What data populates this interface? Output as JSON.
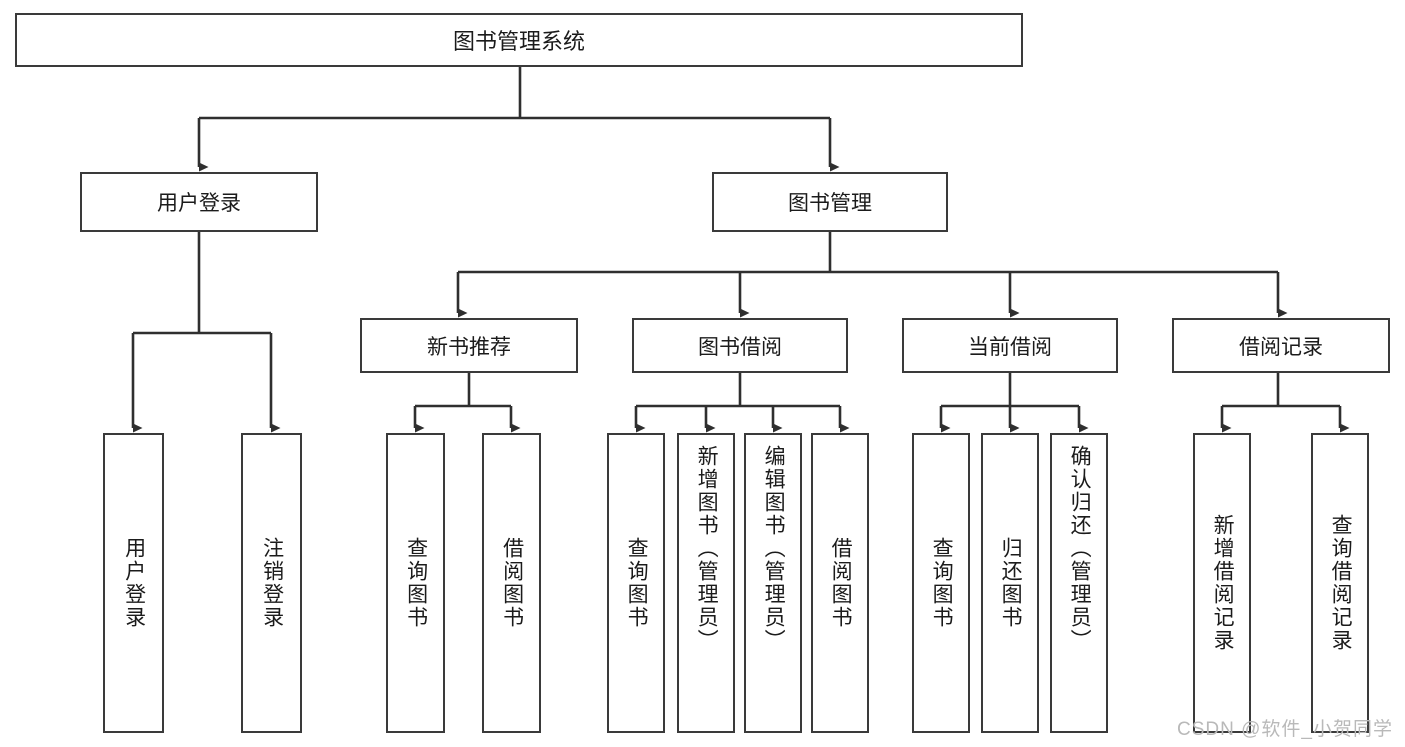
{
  "diagram": {
    "title": "图书管理系统",
    "type": "tree-hierarchy-chart",
    "background_color": "#ffffff",
    "line_color": "#3a3a3a",
    "text_color": "#1b1b1b"
  },
  "root": {
    "label": "图书管理系统"
  },
  "level2": [
    {
      "label": "用户登录"
    },
    {
      "label": "图书管理"
    }
  ],
  "level3": [
    {
      "label": "新书推荐"
    },
    {
      "label": "图书借阅"
    },
    {
      "label": "当前借阅"
    },
    {
      "label": "借阅记录"
    }
  ],
  "leaves": {
    "user_login": [
      {
        "label": "用户登录"
      },
      {
        "label": "注销登录"
      }
    ],
    "new_book": [
      {
        "label": "查询图书"
      },
      {
        "label": "借阅图书"
      }
    ],
    "book_borrow": [
      {
        "label": "查询图书"
      },
      {
        "label": "新增图书（管理员）"
      },
      {
        "label": "编辑图书（管理员）"
      },
      {
        "label": "借阅图书"
      }
    ],
    "current_borrow": [
      {
        "label": "查询图书"
      },
      {
        "label": "归还图书"
      },
      {
        "label": "确认归还（管理员）"
      }
    ],
    "borrow_record": [
      {
        "label": "新增借阅记录"
      },
      {
        "label": "查询借阅记录"
      }
    ]
  },
  "watermark": {
    "text": "CSDN @软件_小贺同学"
  }
}
